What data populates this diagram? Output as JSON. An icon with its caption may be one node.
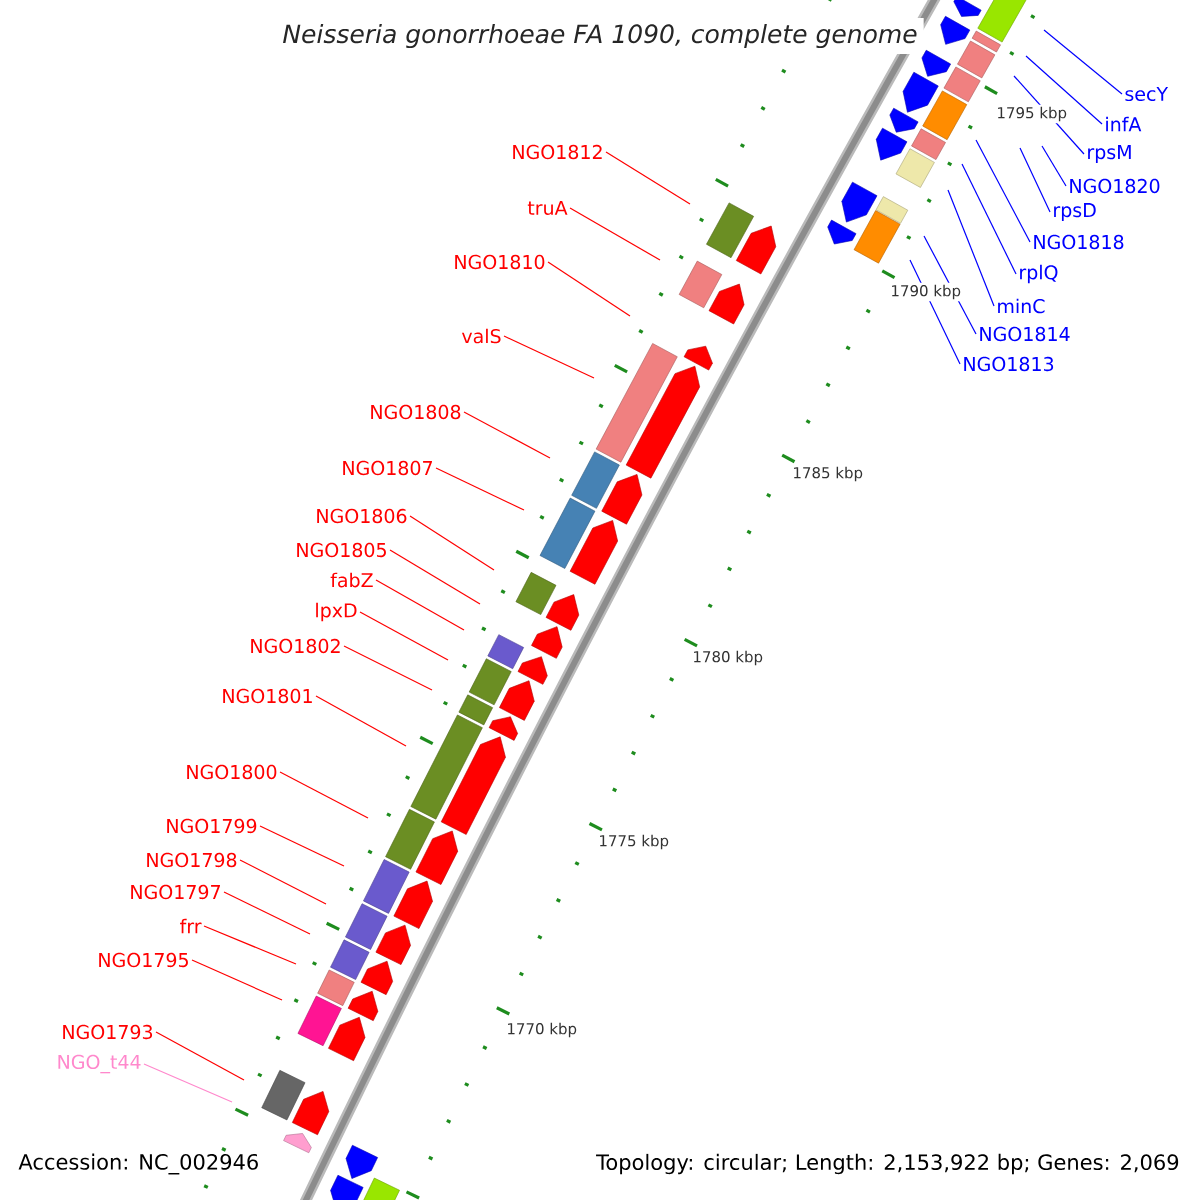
{
  "diagram": {
    "title": "Neisseria gonorrhoeae FA 1090, complete genome",
    "nodes": [
      {
        "text": [
          "secY"
        ]
      },
      {
        "text": [
          "infA"
        ]
      },
      {
        "text": [
          "rpsM"
        ]
      },
      {
        "text": [
          "NGO1820"
        ]
      },
      {
        "text": [
          "rpsD"
        ]
      },
      {
        "text": [
          "NGO1818"
        ]
      },
      {
        "text": [
          "rplQ"
        ]
      },
      {
        "text": [
          "minC"
        ]
      },
      {
        "text": [
          "NGO1814"
        ]
      },
      {
        "text": [
          "NGO1813"
        ]
      },
      {
        "text": [
          "NGO1812"
        ]
      },
      {
        "text": [
          "truA"
        ]
      },
      {
        "text": [
          "NGO1810"
        ]
      },
      {
        "text": [
          "valS"
        ]
      },
      {
        "text": [
          "NGO1808"
        ]
      },
      {
        "text": [
          "NGO1807"
        ]
      },
      {
        "text": [
          "NGO1806"
        ]
      },
      {
        "text": [
          "NGO1805"
        ]
      },
      {
        "text": [
          "fabZ"
        ]
      },
      {
        "text": [
          "lpxD"
        ]
      },
      {
        "text": [
          "NGO1802"
        ]
      },
      {
        "text": [
          "NGO1801"
        ]
      },
      {
        "text": [
          "NGO1800"
        ]
      },
      {
        "text": [
          "NGO1799"
        ]
      },
      {
        "text": [
          "NGO1798"
        ]
      },
      {
        "text": [
          "NGO1797"
        ]
      },
      {
        "text": [
          "frr"
        ]
      },
      {
        "text": [
          "NGO1795"
        ]
      },
      {
        "text": [
          "NGO1793"
        ]
      },
      {
        "text": [
          "NGO_t44"
        ]
      }
    ],
    "edges": [
      {
        "from": 0,
        "to": null,
        "arrow": "none",
        "color": "#0000ff"
      },
      {
        "from": 1,
        "to": null,
        "arrow": "none",
        "color": "#0000ff"
      },
      {
        "from": 2,
        "to": null,
        "arrow": "none",
        "color": "#0000ff"
      },
      {
        "from": 3,
        "to": null,
        "arrow": "none",
        "color": "#0000ff"
      },
      {
        "from": 4,
        "to": null,
        "arrow": "none",
        "color": "#0000ff"
      },
      {
        "from": 5,
        "to": null,
        "arrow": "none",
        "color": "#0000ff"
      },
      {
        "from": 6,
        "to": null,
        "arrow": "none",
        "color": "#0000ff"
      },
      {
        "from": 7,
        "to": null,
        "arrow": "none",
        "color": "#0000ff"
      },
      {
        "from": 8,
        "to": null,
        "arrow": "none",
        "color": "#0000ff"
      },
      {
        "from": 9,
        "to": null,
        "arrow": "none",
        "color": "#0000ff"
      },
      {
        "from": 10,
        "to": null,
        "arrow": "none"
      },
      {
        "from": 11,
        "to": null,
        "arrow": "none"
      },
      {
        "from": 12,
        "to": null,
        "arrow": "none"
      },
      {
        "from": 13,
        "to": null,
        "arrow": "none"
      },
      {
        "from": 14,
        "to": null,
        "arrow": "none"
      },
      {
        "from": 15,
        "to": null,
        "arrow": "none"
      },
      {
        "from": 16,
        "to": null,
        "arrow": "none"
      },
      {
        "from": 17,
        "to": null,
        "arrow": "none"
      },
      {
        "from": 18,
        "to": null,
        "arrow": "none"
      },
      {
        "from": 19,
        "to": null,
        "arrow": "none"
      },
      {
        "from": 20,
        "to": null,
        "arrow": "none"
      },
      {
        "from": 21,
        "to": null,
        "arrow": "none"
      },
      {
        "from": 22,
        "to": null,
        "arrow": "none"
      },
      {
        "from": 23,
        "to": null,
        "arrow": "none"
      },
      {
        "from": 24,
        "to": null,
        "arrow": "none"
      },
      {
        "from": 25,
        "to": null,
        "arrow": "none"
      },
      {
        "from": 26,
        "to": null,
        "arrow": "none"
      },
      {
        "from": 27,
        "to": null,
        "arrow": "none"
      },
      {
        "from": 28,
        "to": null,
        "arrow": "none"
      },
      {
        "from": 29,
        "to": null,
        "arrow": "none",
        "color": "#ff88cc"
      }
    ],
    "labels": [
      "1795 kbp",
      "1790 kbp",
      "1785 kbp",
      "1780 kbp",
      "1775 kbp",
      "1770 kbp",
      "Accession: NC_002946",
      "Topology: circular; Length: 2,153,922 bp; Genes: 2,069"
    ]
  }
}
